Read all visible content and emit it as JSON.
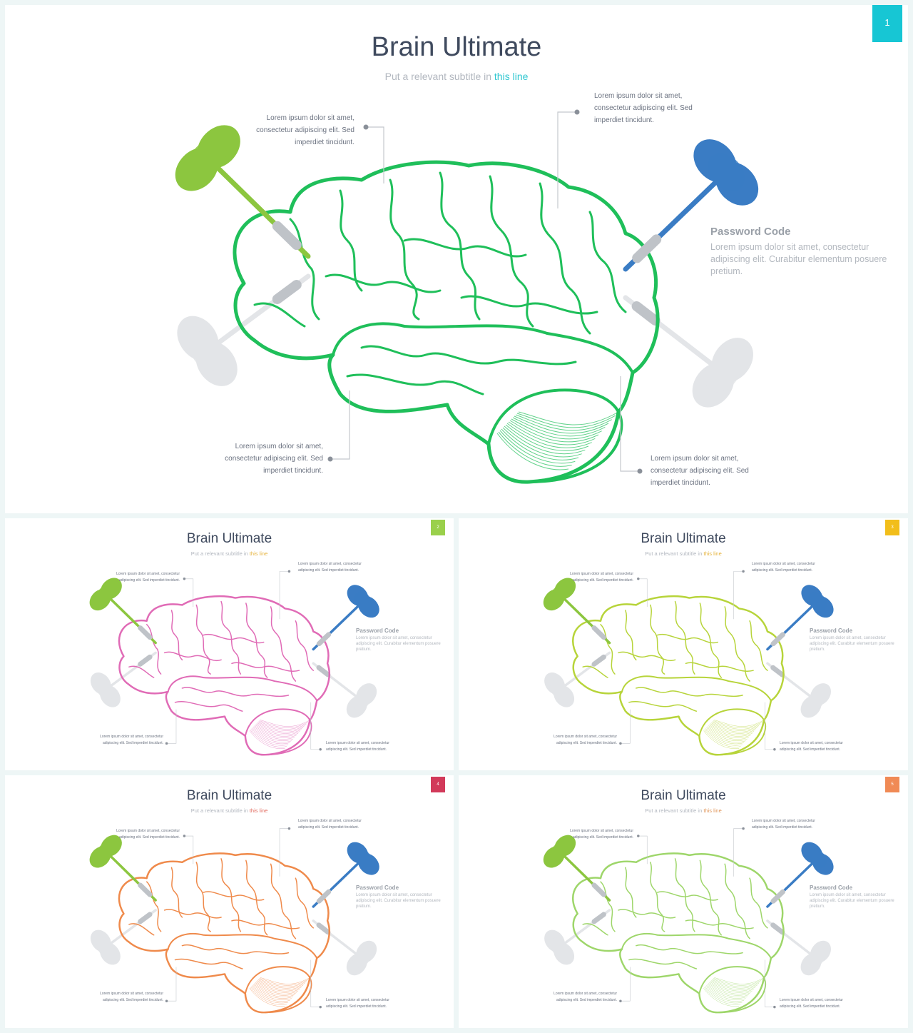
{
  "slides": [
    {
      "title": "Brain Ultimate",
      "subtitle_prefix": "Put a relevant subtitle in ",
      "subtitle_highlight": "this line",
      "page_number": "1",
      "colors": {
        "brain": "#1fbf5a",
        "badge": "#17c6d4",
        "highlight": "#2fc7d1"
      },
      "notes": [
        "Lorem ipsum dolor sit amet, consectetur adipiscing elit. Sed imperdiet tincidunt.",
        "Lorem ipsum dolor sit amet, consectetur adipiscing elit. Sed imperdiet tincidunt.",
        "Lorem ipsum dolor sit amet, consectetur adipiscing elit. Sed imperdiet tincidunt.",
        "Lorem ipsum dolor sit amet, consectetur adipiscing elit. Sed imperdiet tincidunt."
      ],
      "callout": {
        "title": "Password Code",
        "body": "Lorem ipsum dolor sit amet, consectetur adipiscing elit. Curabitur elementum posuere pretium."
      }
    },
    {
      "title": "Brain Ultimate",
      "subtitle_prefix": "Put a relevant subtitle in ",
      "subtitle_highlight": "this line",
      "page_number": "2",
      "colors": {
        "brain": "#e06bb6",
        "badge": "#9ad04b",
        "highlight": "#e5b23a"
      },
      "notes": [
        "Lorem ipsum dolor sit amet, consectetur adipiscing elit. Sed imperdiet tincidunt.",
        "Lorem ipsum dolor sit amet, consectetur adipiscing elit. Sed imperdiet tincidunt.",
        "Lorem ipsum dolor sit amet, consectetur adipiscing elit. Sed imperdiet tincidunt.",
        "Lorem ipsum dolor sit amet, consectetur adipiscing elit. Sed imperdiet tincidunt."
      ],
      "callout": {
        "title": "Password Code",
        "body": "Lorem ipsum dolor sit amet, consectetur adipiscing elit. Curabitur elementum posuere pretium."
      }
    },
    {
      "title": "Brain Ultimate",
      "subtitle_prefix": "Put a relevant subtitle in ",
      "subtitle_highlight": "this line",
      "page_number": "3",
      "colors": {
        "brain": "#b7d43a",
        "badge": "#f2be1a",
        "highlight": "#e5b23a"
      },
      "notes": [
        "Lorem ipsum dolor sit amet, consectetur adipiscing elit. Sed imperdiet tincidunt.",
        "Lorem ipsum dolor sit amet, consectetur adipiscing elit. Sed imperdiet tincidunt.",
        "Lorem ipsum dolor sit amet, consectetur adipiscing elit. Sed imperdiet tincidunt.",
        "Lorem ipsum dolor sit amet, consectetur adipiscing elit. Sed imperdiet tincidunt."
      ],
      "callout": {
        "title": "Password Code",
        "body": "Lorem ipsum dolor sit amet, consectetur adipiscing elit. Curabitur elementum posuere pretium."
      }
    },
    {
      "title": "Brain Ultimate",
      "subtitle_prefix": "Put a relevant subtitle in ",
      "subtitle_highlight": "this line",
      "page_number": "4",
      "colors": {
        "brain": "#ef8a4b",
        "badge": "#d23a5a",
        "highlight": "#e0665a"
      },
      "notes": [
        "Lorem ipsum dolor sit amet, consectetur adipiscing elit. Sed imperdiet tincidunt.",
        "Lorem ipsum dolor sit amet, consectetur adipiscing elit. Sed imperdiet tincidunt.",
        "Lorem ipsum dolor sit amet, consectetur adipiscing elit. Sed imperdiet tincidunt.",
        "Lorem ipsum dolor sit amet, consectetur adipiscing elit. Sed imperdiet tincidunt."
      ],
      "callout": {
        "title": "Password Code",
        "body": "Lorem ipsum dolor sit amet, consectetur adipiscing elit. Curabitur elementum posuere pretium."
      }
    },
    {
      "title": "Brain Ultimate",
      "subtitle_prefix": "Put a relevant subtitle in ",
      "subtitle_highlight": "this line",
      "page_number": "5",
      "colors": {
        "brain": "#9ed66a",
        "badge": "#f08a55",
        "highlight": "#e0965a"
      },
      "notes": [
        "Lorem ipsum dolor sit amet, consectetur adipiscing elit. Sed imperdiet tincidunt.",
        "Lorem ipsum dolor sit amet, consectetur adipiscing elit. Sed imperdiet tincidunt.",
        "Lorem ipsum dolor sit amet, consectetur adipiscing elit. Sed imperdiet tincidunt.",
        "Lorem ipsum dolor sit amet, consectetur adipiscing elit. Sed imperdiet tincidunt."
      ],
      "callout": {
        "title": "Password Code",
        "body": "Lorem ipsum dolor sit amet, consectetur adipiscing elit. Curabitur elementum posuere pretium."
      }
    }
  ],
  "icons": {
    "brain": "brain-icon",
    "dart_green": "dart-icon",
    "dart_blue": "dart-icon",
    "dart_shadow": "dart-shadow-icon"
  },
  "colors": {
    "dart_green": "#8cc63f",
    "dart_blue": "#3a7cc4",
    "dart_shaft": "#bfc3c8",
    "shadow": "#e3e5e8",
    "connector": "#8a9099"
  }
}
